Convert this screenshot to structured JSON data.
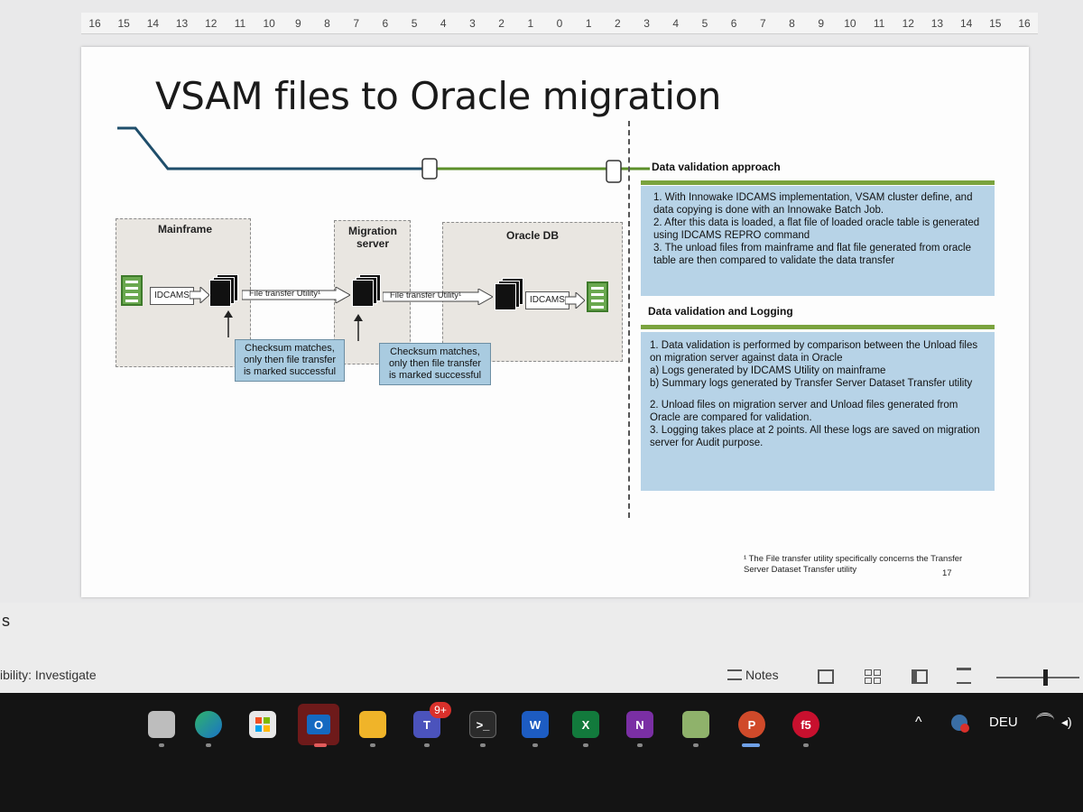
{
  "ruler": {
    "ticks": [
      "16",
      "15",
      "14",
      "13",
      "12",
      "11",
      "10",
      "9",
      "8",
      "7",
      "6",
      "5",
      "4",
      "3",
      "2",
      "1",
      "0",
      "1",
      "2",
      "3",
      "4",
      "5",
      "6",
      "7",
      "8",
      "9",
      "10",
      "11",
      "12",
      "13",
      "14",
      "15",
      "16"
    ]
  },
  "slide": {
    "title": "VSAM files to Oracle migration",
    "diagram": {
      "zone_mainframe": "Mainframe",
      "zone_migration": "Migration\nserver",
      "zone_oracle": "Oracle DB",
      "idcams_left": "IDCAMS",
      "idcams_right": "IDCAMS",
      "transfer_1": "File transfer Utility¹",
      "transfer_2": "File transfer Utility¹",
      "note_1": "Checksum matches, only then file transfer is marked successful",
      "note_2": "Checksum matches, only then file transfer is marked successful"
    },
    "validation_approach": {
      "title": "Data validation approach",
      "items": [
        "1.  With Innowake IDCAMS implementation, VSAM cluster define, and data copying is done with an Innowake Batch Job.",
        "2.  After this data is loaded, a flat file of loaded oracle table is generated using IDCAMS REPRO command",
        "3.  The unload files from mainframe and flat file generated from oracle table are then compared to validate the data transfer"
      ]
    },
    "validation_logging": {
      "title": "Data validation and Logging",
      "items": [
        "1.  Data validation is performed by comparison between the Unload files on migration server against data in Oracle",
        "a)  Logs generated by IDCAMS Utility on mainframe",
        "b)  Summary logs generated by Transfer Server Dataset Transfer utility",
        "2.  Unload files on migration server and Unload files generated from Oracle are  compared for validation.",
        "3.  Logging takes place at 2 points.  All these logs are saved on migration server for Audit purpose."
      ]
    },
    "footnote": "¹ The File transfer utility specifically concerns the Transfer Server Dataset Transfer utility",
    "page_number": "17"
  },
  "status_bar": {
    "left_fragment": "s",
    "accessibility": "ibility: Investigate",
    "notes_label": "Notes"
  },
  "taskbar": {
    "teams_badge": "9+",
    "language": "DEU",
    "icons": [
      "task-view-icon",
      "edge-icon",
      "store-icon",
      "outlook-icon",
      "explorer-icon",
      "teams-icon",
      "terminal-icon",
      "word-icon",
      "excel-icon",
      "onenote-icon",
      "image-icon",
      "powerpoint-icon",
      "f5-icon"
    ]
  }
}
